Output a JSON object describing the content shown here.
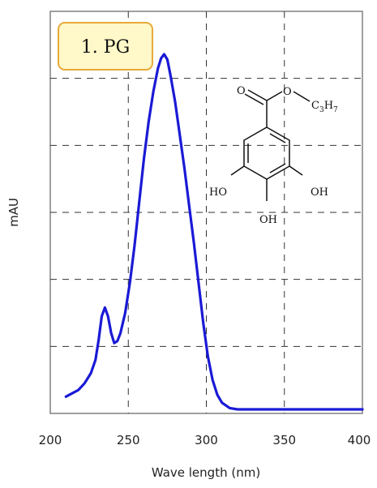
{
  "chart_data": {
    "type": "line",
    "title": "1. PG",
    "xlabel": "Wave length (nm)",
    "ylabel": "mAU",
    "xlim": [
      200,
      400
    ],
    "ylim": [
      0,
      6
    ],
    "x_ticks": [
      200,
      250,
      300,
      350,
      400
    ],
    "grid": true,
    "grid_style": "dashed",
    "title_box_color": "#fff8c8",
    "title_box_border": "#e8a93a",
    "series": [
      {
        "color": "#1a1ad6",
        "points": [
          [
            210,
            0.25
          ],
          [
            214,
            0.3
          ],
          [
            218,
            0.35
          ],
          [
            222,
            0.45
          ],
          [
            226,
            0.6
          ],
          [
            229,
            0.8
          ],
          [
            231,
            1.1
          ],
          [
            233,
            1.45
          ],
          [
            235,
            1.58
          ],
          [
            237,
            1.45
          ],
          [
            239,
            1.2
          ],
          [
            241,
            1.05
          ],
          [
            243,
            1.08
          ],
          [
            245,
            1.2
          ],
          [
            248,
            1.5
          ],
          [
            251,
            1.95
          ],
          [
            254,
            2.5
          ],
          [
            257,
            3.15
          ],
          [
            260,
            3.8
          ],
          [
            263,
            4.35
          ],
          [
            266,
            4.8
          ],
          [
            269,
            5.15
          ],
          [
            271,
            5.3
          ],
          [
            273,
            5.36
          ],
          [
            275,
            5.28
          ],
          [
            277,
            5.05
          ],
          [
            280,
            4.65
          ],
          [
            283,
            4.15
          ],
          [
            286,
            3.65
          ],
          [
            289,
            3.1
          ],
          [
            292,
            2.55
          ],
          [
            295,
            1.95
          ],
          [
            298,
            1.35
          ],
          [
            301,
            0.85
          ],
          [
            304,
            0.5
          ],
          [
            307,
            0.28
          ],
          [
            310,
            0.16
          ],
          [
            315,
            0.08
          ],
          [
            320,
            0.06
          ],
          [
            330,
            0.06
          ],
          [
            345,
            0.06
          ],
          [
            360,
            0.06
          ],
          [
            380,
            0.06
          ],
          [
            400,
            0.06
          ]
        ]
      }
    ]
  },
  "structure": {
    "carbonyl_o": "O",
    "ester_o": "O",
    "chain_c": "C",
    "chain_c_sub": "3",
    "chain_h": "H",
    "chain_h_sub": "7",
    "oh_left": "HO",
    "oh_right": "OH",
    "oh_bottom": "OH"
  }
}
